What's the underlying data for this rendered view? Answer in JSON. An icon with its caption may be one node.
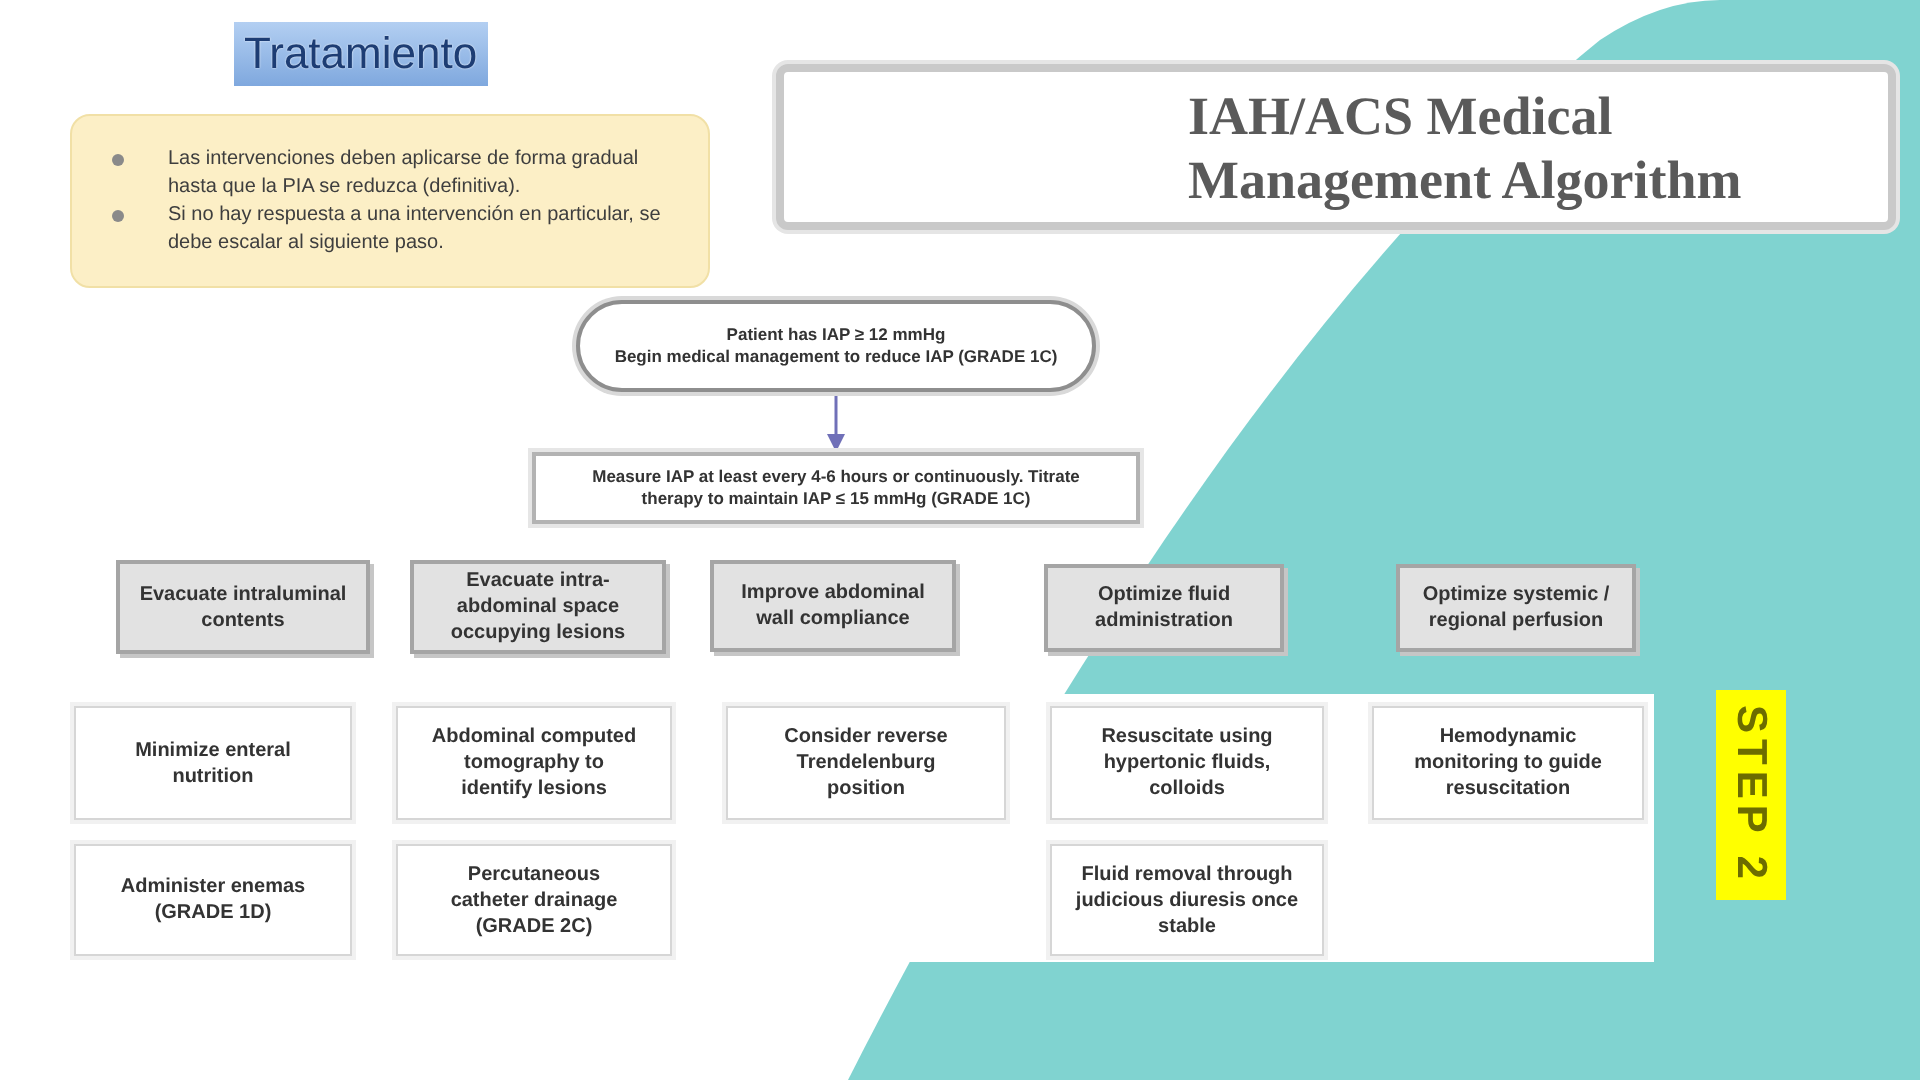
{
  "diagram": {
    "title": "Tratamiento",
    "nodes": [
      {
        "text": [
          "Las intervenciones deben aplicarse de forma gradual hasta que la PIA se reduzca (definitiva).",
          "Si no hay respuesta a una intervención en particular, se debe escalar al siguiente paso."
        ]
      },
      {
        "text": [
          "IAH/ACS Medical Management Algorithm"
        ]
      },
      {
        "text": [
          "Patient has IAP ≥ 12 mmHg",
          "Begin medical management to reduce IAP (GRADE 1C)"
        ]
      },
      {
        "text": [
          "Measure IAP at least every 4-6 hours or continuously. Titrate therapy to maintain IAP ≤ 15 mmHg (GRADE 1C)"
        ]
      },
      {
        "text": [
          "Evacuate intraluminal contents"
        ]
      },
      {
        "text": [
          "Evacuate intra-abdominal space occupying lesions"
        ]
      },
      {
        "text": [
          "Improve abdominal wall compliance"
        ]
      },
      {
        "text": [
          "Optimize fluid administration"
        ]
      },
      {
        "text": [
          "Optimize systemic / regional perfusion"
        ]
      },
      {
        "text": [
          "Minimize enteral nutrition"
        ]
      },
      {
        "text": [
          "Abdominal computed tomography to identify lesions"
        ]
      },
      {
        "text": [
          "Consider reverse Trendelenburg position"
        ]
      },
      {
        "text": [
          "Resuscitate using hypertonic fluids, colloids"
        ]
      },
      {
        "text": [
          "Hemodynamic monitoring to guide resuscitation"
        ]
      },
      {
        "text": [
          "Administer enemas (GRADE 1D)"
        ]
      },
      {
        "text": [
          "Percutaneous catheter drainage (GRADE 2C)"
        ]
      },
      {
        "text": [
          "Fluid removal through judicious diuresis once stable"
        ]
      }
    ],
    "edges": [
      {
        "from": 2,
        "to": 3,
        "arrow": "to"
      }
    ],
    "labels": [
      "STEP 2"
    ]
  }
}
